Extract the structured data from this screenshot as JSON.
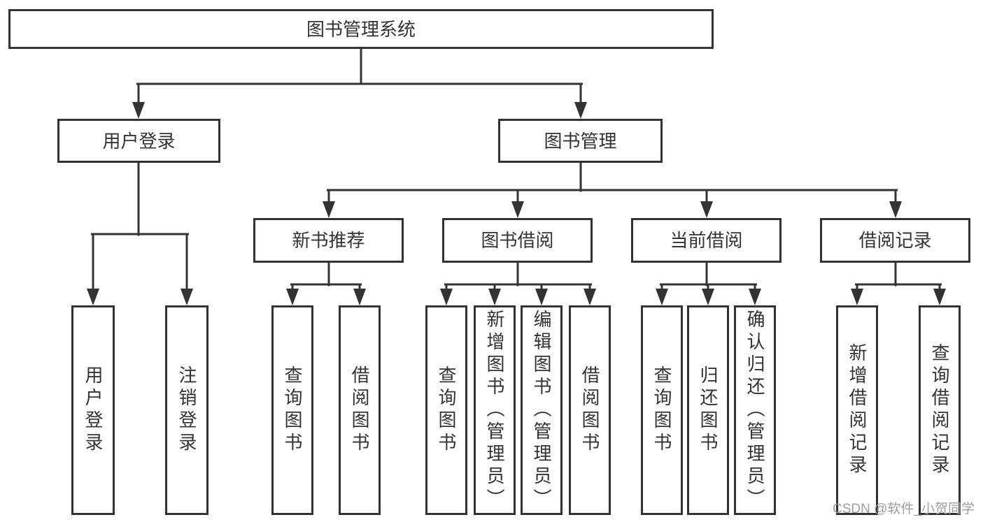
{
  "tree": {
    "root": {
      "label": "图书管理系统"
    },
    "level2": [
      {
        "label": "用户登录"
      },
      {
        "label": "图书管理"
      }
    ],
    "level3": [
      {
        "label": "新书推荐"
      },
      {
        "label": "图书借阅"
      },
      {
        "label": "当前借阅"
      },
      {
        "label": "借阅记录"
      }
    ],
    "leaves": {
      "user_login": [
        {
          "label": "用户登录"
        },
        {
          "label": "注销登录"
        }
      ],
      "new_book": [
        {
          "label": "查询图书"
        },
        {
          "label": "借阅图书"
        }
      ],
      "book_borrow": [
        {
          "label": "查询图书"
        },
        {
          "label": "新增图书（管理员）"
        },
        {
          "label": "编辑图书（管理员）"
        },
        {
          "label": "借阅图书"
        }
      ],
      "current_borrow": [
        {
          "label": "查询图书"
        },
        {
          "label": "归还图书"
        },
        {
          "label": "确认归还（管理员）"
        }
      ],
      "borrow_records": [
        {
          "label": "新增借阅记录"
        },
        {
          "label": "查询借阅记录"
        }
      ]
    }
  },
  "watermark": {
    "text": "CSDN @软件_小贺同学"
  },
  "colors": {
    "line": "#333333",
    "text": "#333333",
    "watermark": "#9e9e9e",
    "background": "#ffffff"
  }
}
